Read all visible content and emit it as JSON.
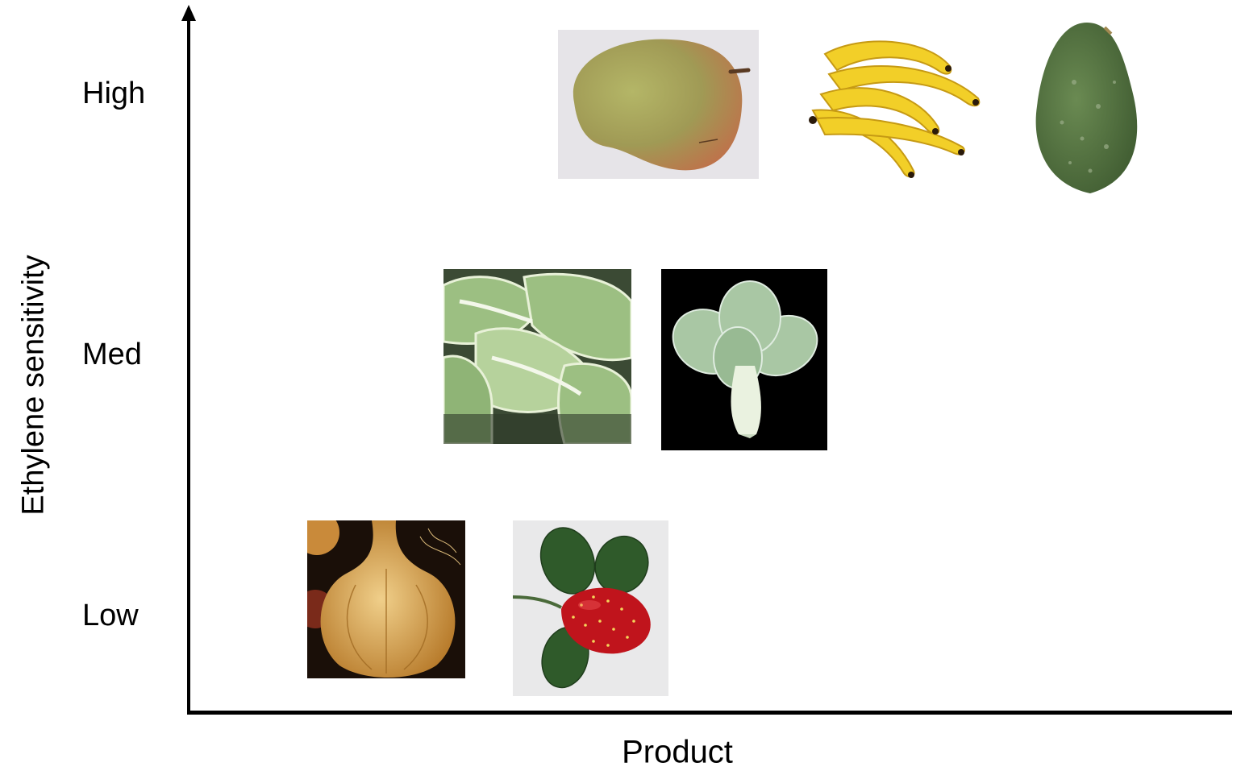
{
  "axes": {
    "y_label": "Ethylene sensitivity",
    "x_label": "Product"
  },
  "levels": {
    "high": "High",
    "med": "Med",
    "low": "Low"
  },
  "products": {
    "high": [
      "mango",
      "bananas",
      "avocado"
    ],
    "med": [
      "napa-cabbage",
      "bok-choy"
    ],
    "low": [
      "onion",
      "strawberry"
    ]
  }
}
